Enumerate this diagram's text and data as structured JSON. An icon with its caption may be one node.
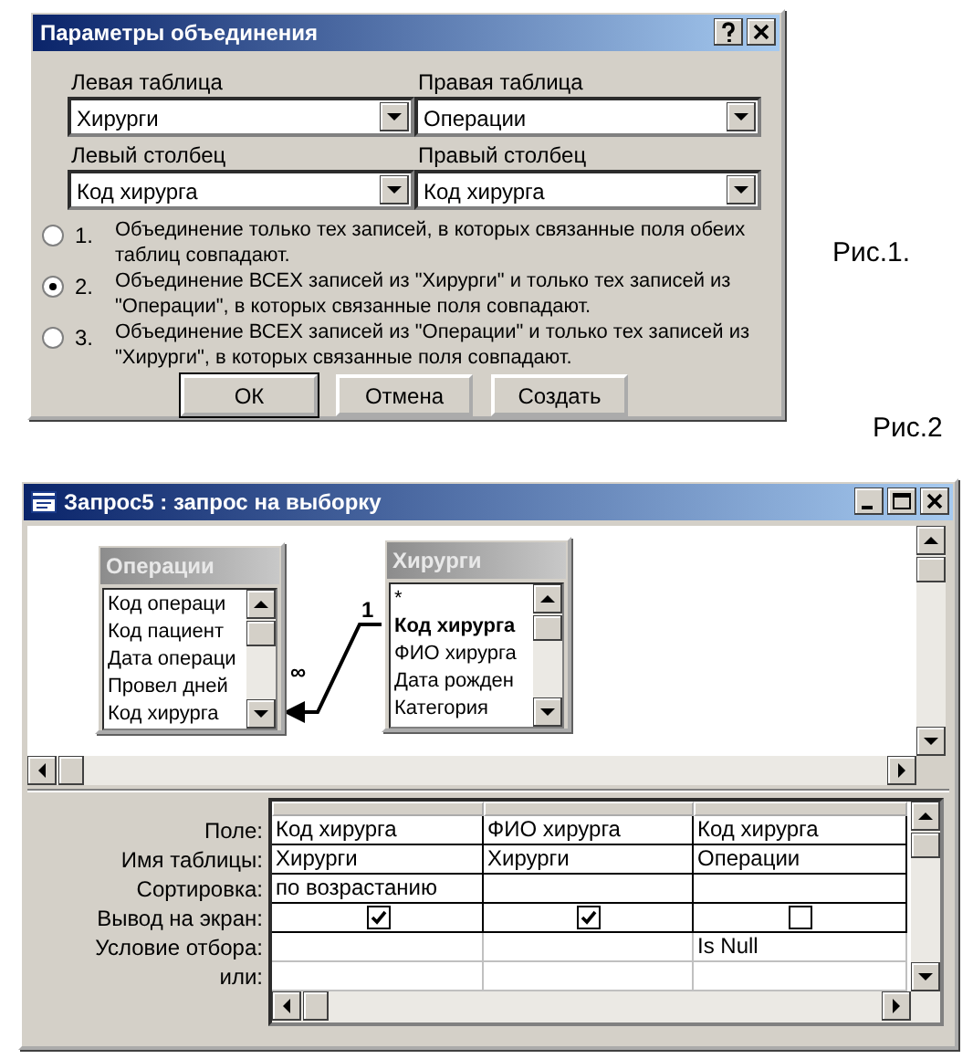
{
  "diagram": {
    "nodes": [
      {
        "text": [
          "Параметры объединения"
        ]
      },
      {
        "text": [
          "Запрос5 : запрос на выборку"
        ]
      },
      {
        "text": [
          "Операции",
          "Код операци",
          "Код пациент",
          "Дата операци",
          "Провел дней",
          "Код хирурга"
        ],
        "in": 1
      },
      {
        "text": [
          "Хирурги",
          "*",
          "Код хирурга",
          "ФИО хирурга",
          "Дата рожден",
          "Категория"
        ],
        "in": 1
      }
    ],
    "edges": [
      {
        "from": 3,
        "to": 2,
        "arrow": "to"
      }
    ],
    "labels": [
      "Левая таблица",
      "Хирурги",
      "Правая таблица",
      "Операции",
      "Левый столбец",
      "Код хирурга",
      "Правый столбец",
      "Код хирурга",
      "1.",
      "Объединение только тех записей, в которых связанные поля обеих таблиц совпадают.",
      "2.",
      "Объединение ВСЕХ записей из \"Хирурги\" и только тех записей из \"Операции\", в которых связанные поля совпадают.",
      "3.",
      "Объединение ВСЕХ записей из \"Операции\" и только тех записей из \"Хирурги\", в которых связанные поля совпадают.",
      "ОК",
      "Отмена",
      "Создать",
      "Рис.1.",
      "Рис.2",
      "1",
      "∞",
      "Поле:",
      "Код хирурга",
      "ФИО хирурга",
      "Код хирурга",
      "Имя таблицы:",
      "Хирурги",
      "Хирурги",
      "Операции",
      "Сортировка:",
      "по возрастанию",
      "Вывод на экран:",
      "Условие отбора:",
      "Is Null",
      "или:"
    ]
  }
}
